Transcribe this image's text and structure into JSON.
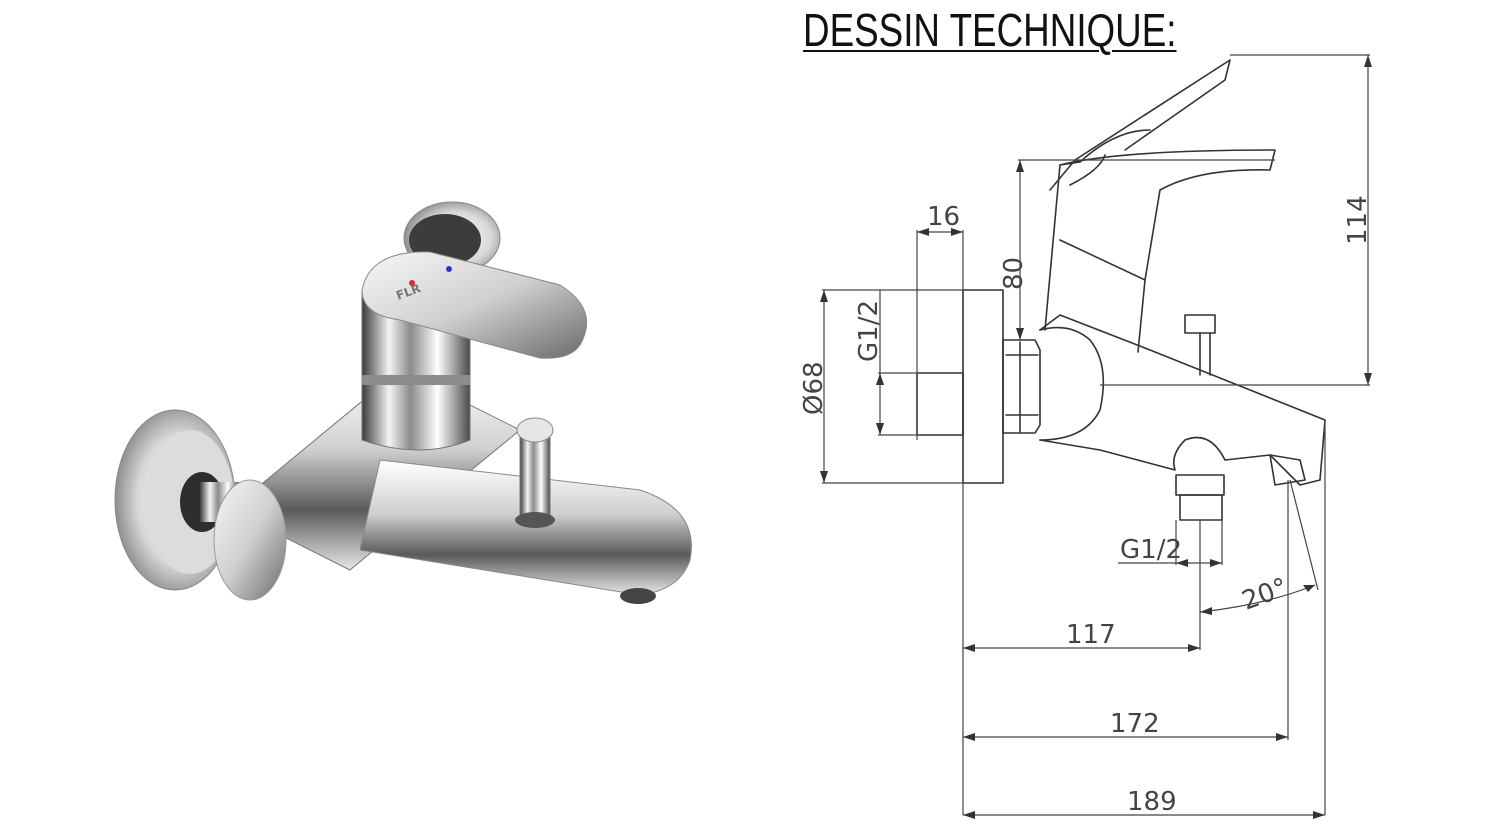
{
  "header": {
    "title": "DESSIN TECHNIQUE:"
  },
  "product": {
    "brand_mark": "FLR",
    "icon": "bath-mixer-tap-photo"
  },
  "drawing": {
    "icon": "bath-mixer-technical-drawing",
    "dimensions": {
      "handle_width": "16",
      "height_80": "80",
      "height_114": "114",
      "thread_left": "G1/2",
      "diameter": "Ø68",
      "thread_bottom": "G1/2",
      "angle": "20°",
      "length_117": "117",
      "length_172": "172",
      "length_189": "189"
    }
  }
}
